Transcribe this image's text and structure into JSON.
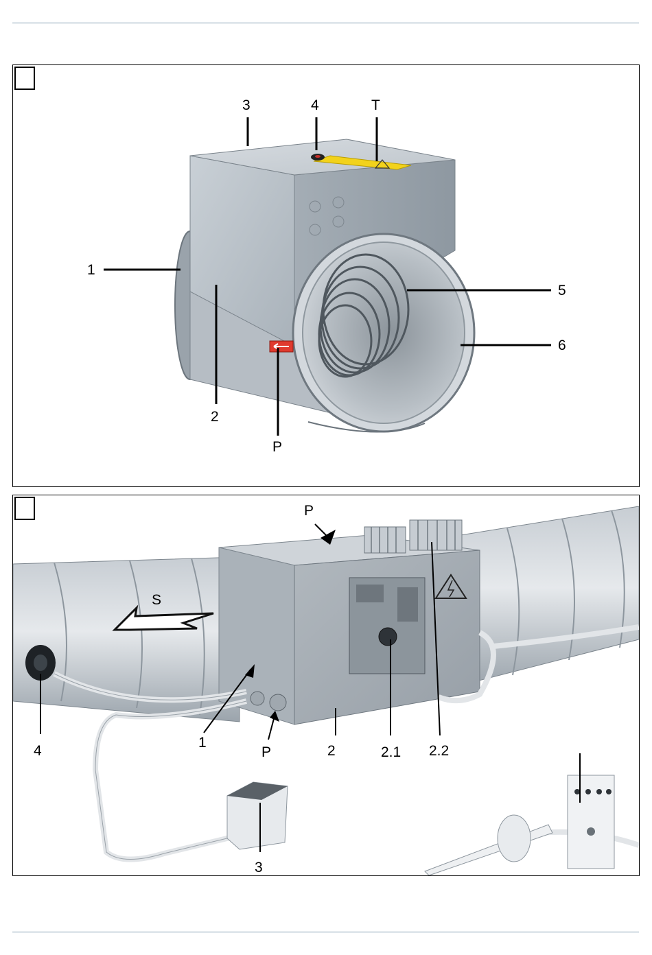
{
  "figure1": {
    "labels": {
      "top_3": "3",
      "top_4": "4",
      "top_T": "T",
      "left_1": "1",
      "right_5": "5",
      "right_6": "6",
      "bottom_2": "2",
      "bottom_P": "P"
    }
  },
  "figure2": {
    "labels": {
      "top_P": "P",
      "flow_S": "S",
      "b_4": "4",
      "b_1": "1",
      "b_P": "P",
      "b_2": "2",
      "b_2_1": "2.1",
      "b_2_2": "2.2",
      "b_3": "3"
    }
  }
}
